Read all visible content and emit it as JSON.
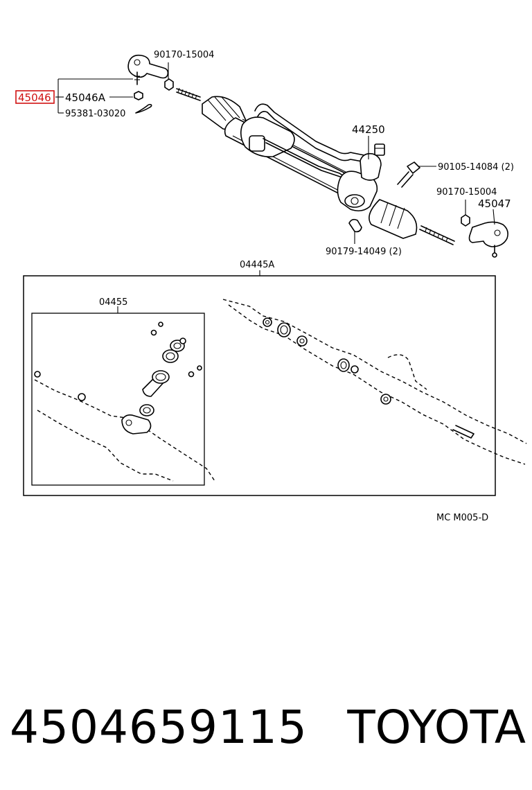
{
  "labels": {
    "part_45046": "45046",
    "part_45046A": "45046A",
    "part_95381": "95381-03020",
    "part_90170_top": "90170-15004",
    "part_44250": "44250",
    "part_90105": "90105-14084 (2)",
    "part_90170_right": "90170-15004",
    "part_45047": "45047",
    "part_90179": "90179-14049 (2)",
    "part_04445A": "04445A",
    "part_04455": "04455",
    "diagram_code": "MC  M005-D"
  },
  "footer": {
    "part_number": "4504659115",
    "brand": "TOYOTA"
  },
  "colors": {
    "highlight": "#d01010",
    "line": "#000000",
    "background": "#ffffff"
  }
}
